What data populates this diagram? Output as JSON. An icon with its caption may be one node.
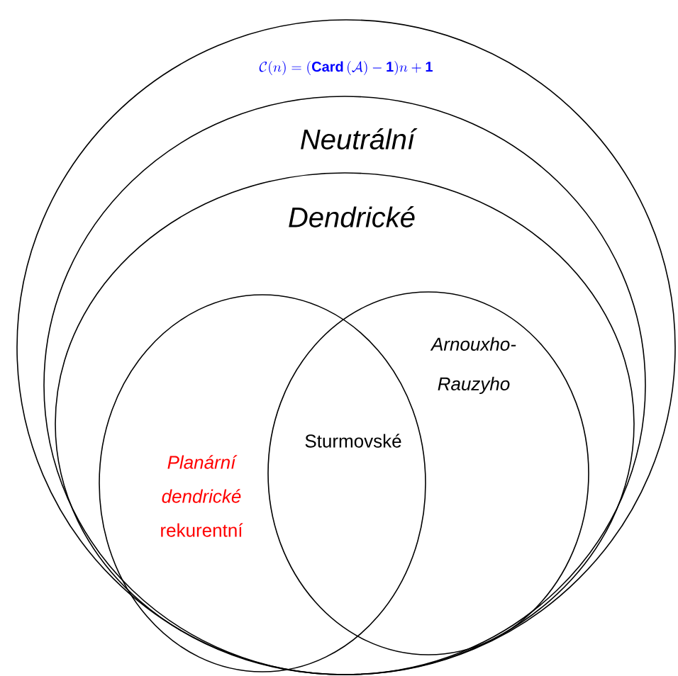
{
  "diagram": {
    "nodes": [
      {
        "text": [
          "\\mathcal{C}(n) = (\\mathbf{Card}\\,(\\mathcal{A}) - \\mathbf{1})n + \\mathbf{1}"
        ]
      },
      {
        "text": [
          "Neutrální"
        ],
        "in": 0
      },
      {
        "text": [
          "Dendrické"
        ],
        "in": 1
      },
      {
        "text": [
          "*Planární dendrické* rekurentní"
        ],
        "in": 2
      },
      {
        "text": [
          "Arnouxho- Rauzyho"
        ],
        "in": 2
      }
    ],
    "labels": [
      "Sturmovské"
    ]
  }
}
